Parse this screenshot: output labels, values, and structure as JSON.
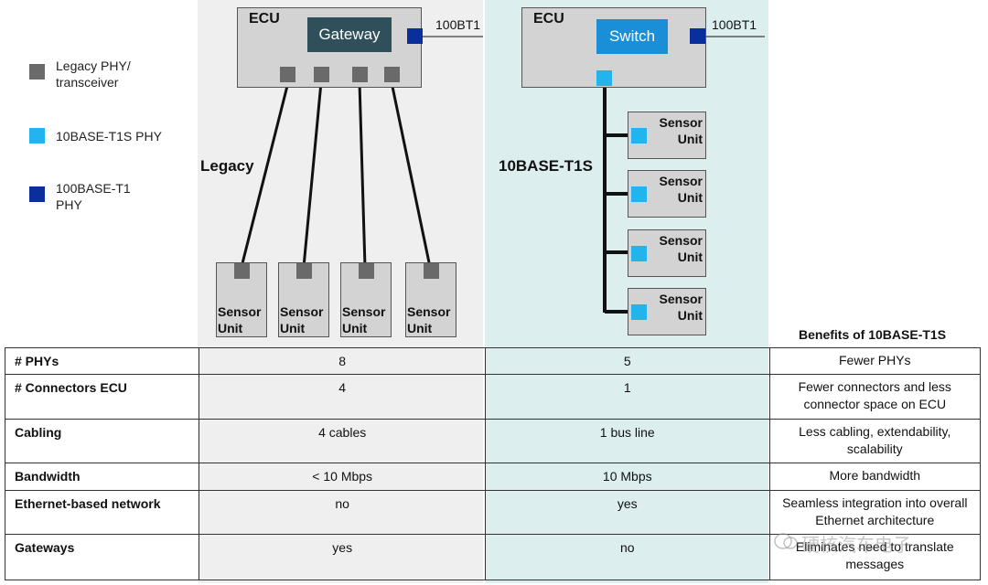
{
  "legend": [
    {
      "label_line1": "Legacy PHY/",
      "label_line2": "transceiver",
      "color": "#6a6a6a"
    },
    {
      "label_line1": "10BASE-T1S PHY",
      "label_line2": "",
      "color": "#22b4ef"
    },
    {
      "label_line1": "100BASE-T1",
      "label_line2": "PHY",
      "color": "#0a2e9c"
    }
  ],
  "legacy": {
    "section_label": "Legacy",
    "ecu_label": "ECU",
    "gateway_label": "Gateway",
    "port_label": "100BT1",
    "sensor_line1": "Sensor",
    "sensor_line2": "Unit"
  },
  "t1s": {
    "section_label": "10BASE-T1S",
    "ecu_label": "ECU",
    "switch_label": "Switch",
    "port_label": "100BT1",
    "sensor_line1": "Sensor",
    "sensor_line2": "Unit"
  },
  "benefits_title": "Benefits of 10BASE-T1S",
  "table": {
    "rows": [
      {
        "label": "# PHYs",
        "legacy": "8",
        "t1s": "5",
        "benefit": "Fewer PHYs"
      },
      {
        "label": "# Connectors ECU",
        "legacy": "4",
        "t1s": "1",
        "benefit": "Fewer connectors and less connector space on ECU"
      },
      {
        "label": "Cabling",
        "legacy": "4 cables",
        "t1s": "1 bus line",
        "benefit": "Less cabling, extendability, scalability"
      },
      {
        "label": "Bandwidth",
        "legacy": "< 10 Mbps",
        "t1s": "10 Mbps",
        "benefit": "More bandwidth"
      },
      {
        "label": "Ethernet-based network",
        "legacy": "no",
        "t1s": "yes",
        "benefit": "Seamless integration into overall Ethernet architecture"
      },
      {
        "label": "Gateways",
        "legacy": "yes",
        "t1s": "no",
        "benefit": "Eliminates need to translate messages"
      }
    ]
  },
  "watermark": "硬核汽车电子"
}
